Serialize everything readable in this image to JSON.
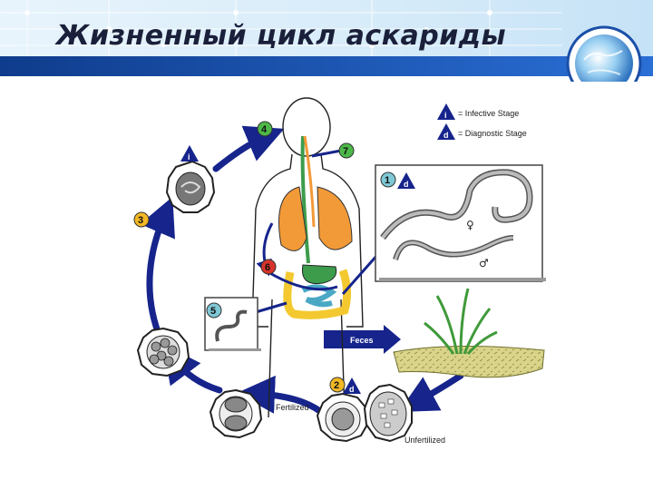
{
  "slide": {
    "title": "Жизненный цикл аскариды"
  },
  "legend": {
    "infective_symbol": "i",
    "infective_text": "= Infective Stage",
    "diagnostic_symbol": "d",
    "diagnostic_text": "= Diagnostic Stage"
  },
  "stages": {
    "s1": "1",
    "s2": "2",
    "s3": "3",
    "s4": "4",
    "s5": "5",
    "s6": "6",
    "s7": "7"
  },
  "labels": {
    "female": "♀",
    "male": "♂",
    "feces": "Feces",
    "fertilized": "Fertilized",
    "unfertilized": "Unfertilized"
  },
  "colors": {
    "banner_dark": "#0f3c8c",
    "banner_light": "#2a6fd6",
    "arrow": "#16248c",
    "stage_green": "#4cb848",
    "stage_yellow": "#f2b825",
    "stage_red": "#d8332a",
    "stage_teal": "#7fc8d6",
    "lungs": "#f29a38",
    "stomach": "#3c9c4c",
    "intestine": "#f4c930",
    "small_intestine": "#4aa8c4"
  }
}
